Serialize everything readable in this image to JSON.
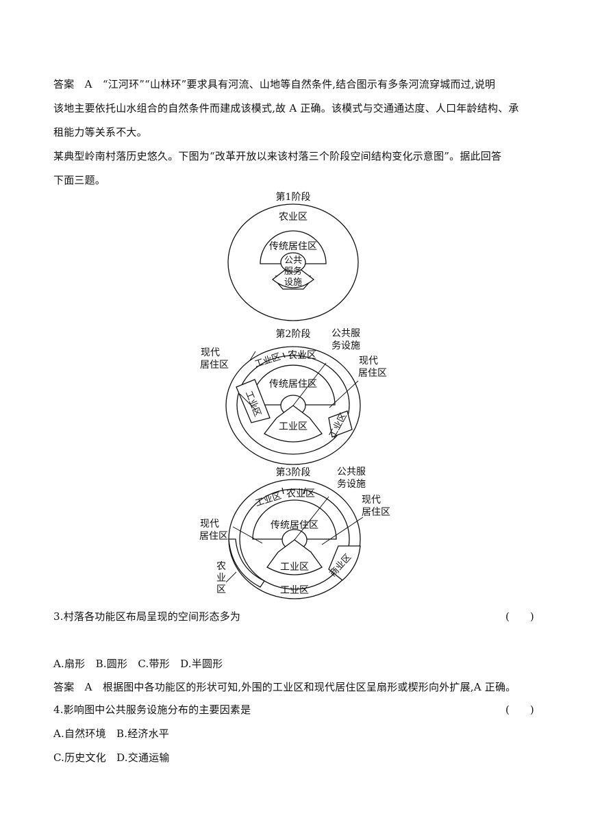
{
  "answer1": {
    "line1": "答案　A　“江河环”“山林环”要求具有河流、山地等自然条件,结合图示有多条河流穿城而过,说明",
    "line2": "该地主要依托山水组合的自然条件而建成该模式,故 A 正确。该模式与交通通达度、人口年龄结构、承",
    "line3": "租能力等关系不大。"
  },
  "intro": {
    "line1": "某典型岭南村落历史悠久。下图为“改革开放以来该村落三个阶段空间结构变化示意图”。据此回答",
    "line2": "下面三题。"
  },
  "figure": {
    "stage1": {
      "title": "第1阶段",
      "outer": "农业区",
      "traditional": "传统居住区",
      "public_l1": "公共",
      "public_l2": "服务",
      "public_l3": "设施"
    },
    "stage2": {
      "title": "第2阶段",
      "public_callout_l1": "公共服",
      "public_callout_l2": "务设施",
      "modern_left_l1": "现代",
      "modern_left_l2": "居住区",
      "modern_right_l1": "现代",
      "modern_right_l2": "居住区",
      "industry_top": "工业区",
      "agri": "农业区",
      "traditional": "传统居住区",
      "industry_left": "工业区",
      "industry_bottom": "工业区",
      "industry_right": "工业区"
    },
    "stage3": {
      "title": "第3阶段",
      "public_callout_l1": "公共服",
      "public_callout_l2": "务设施",
      "modern_left_l1": "现代",
      "modern_left_l2": "居住区",
      "modern_right_l1": "现代",
      "modern_right_l2": "居住区",
      "industry_top": "工业区",
      "agri_top": "农业区",
      "traditional": "传统居住区",
      "agri_left_l1": "农",
      "agri_left_l2": "业",
      "agri_left_l3": "区",
      "industry_inner": "工业区",
      "industry_outer": "工业区",
      "commerce": "商业区"
    }
  },
  "q3": {
    "stem": "3.村落各功能区布局呈现的空间形态多为",
    "paren": "(　　)",
    "options": "A.扇形　B.圆形　C.带形　D.半圆形",
    "answer": "答案　A　根据图中各功能区的形状可知,外围的工业区和现代居住区呈扇形或楔形向外扩展,A 正确。"
  },
  "q4": {
    "stem": "4.影响图中公共服务设施分布的主要因素是",
    "paren": "(　　)",
    "options_l1": "A.自然环境　B.经济水平",
    "options_l2": "C.历史文化　D.交通运输"
  }
}
